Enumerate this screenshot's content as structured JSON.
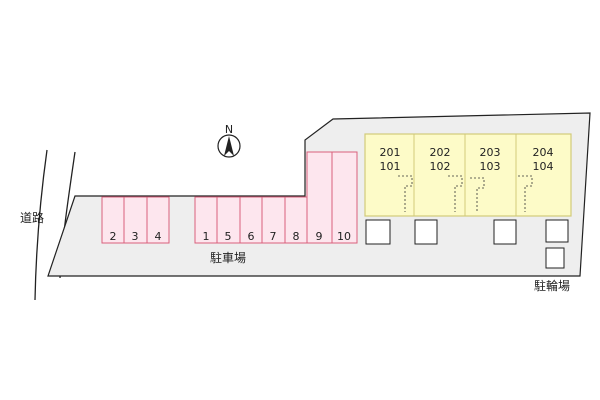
{
  "labels": {
    "road": "道路",
    "parking": "駐車場",
    "bicycle": "駐輪場",
    "north": "N"
  },
  "parking_spaces": {
    "left": [
      "2",
      "3",
      "4"
    ],
    "middle": [
      "1",
      "5",
      "6",
      "7",
      "8"
    ],
    "tall": [
      "9",
      "10"
    ]
  },
  "units": [
    {
      "upper": "201",
      "lower": "101"
    },
    {
      "upper": "202",
      "lower": "102"
    },
    {
      "upper": "203",
      "lower": "103"
    },
    {
      "upper": "204",
      "lower": "104"
    }
  ],
  "colors": {
    "lot": "#eeeeee",
    "parking_fill": "#fde6ee",
    "parking_stroke": "#d9607c",
    "building_fill": "#fdfbc8",
    "building_stroke": "#d2cb7a",
    "outline": "#222222"
  }
}
